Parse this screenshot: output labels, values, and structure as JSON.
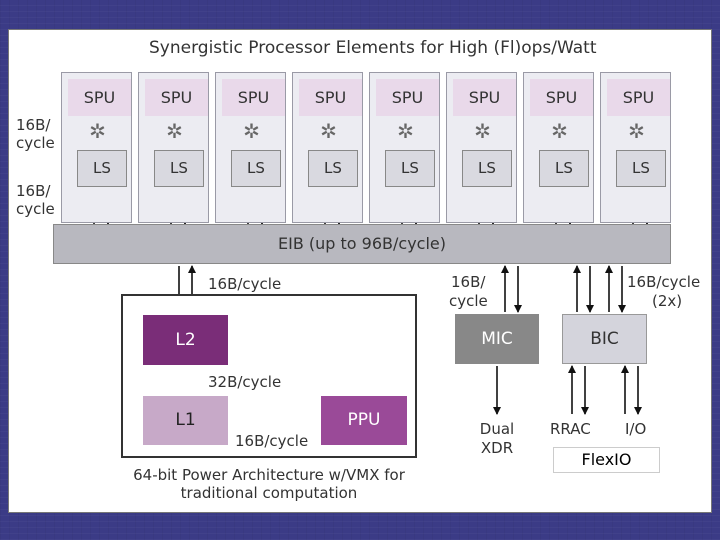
{
  "title": "Synergistic Processor Elements for High (Fl)ops/Watt",
  "spe": {
    "units": [
      {
        "spu": "SPU",
        "ls": "LS"
      },
      {
        "spu": "SPU",
        "ls": "LS"
      },
      {
        "spu": "SPU",
        "ls": "LS"
      },
      {
        "spu": "SPU",
        "ls": "LS"
      },
      {
        "spu": "SPU",
        "ls": "LS"
      },
      {
        "spu": "SPU",
        "ls": "LS"
      },
      {
        "spu": "SPU",
        "ls": "LS"
      },
      {
        "spu": "SPU",
        "ls": "LS"
      }
    ],
    "bw_top_line1": "16B/",
    "bw_top_line2": "cycle",
    "bw_bottom_line1": "16B/",
    "bw_bottom_line2": "cycle"
  },
  "eib": {
    "label": "EIB (up to 96B/cycle)"
  },
  "ppe": {
    "l2": "L2",
    "l1": "L1",
    "ppu": "PPU",
    "bw_eib_l2": "16B/cycle",
    "bw_l2_l1": "32B/cycle",
    "bw_l1_ppu": "16B/cycle",
    "caption_line1": "64-bit Power Architecture w/VMX for",
    "caption_line2": "traditional computation"
  },
  "mic": {
    "label": "MIC",
    "bw_line1": "16B/",
    "bw_line2": "cycle",
    "xdr_line1": "Dual",
    "xdr_line2": "XDR"
  },
  "bic": {
    "label": "BIC",
    "bw_line1": "16B/cycle",
    "bw_line2": "(2x)",
    "rrac": "RRAC",
    "io": "I/O",
    "flexio": "FlexIO"
  }
}
